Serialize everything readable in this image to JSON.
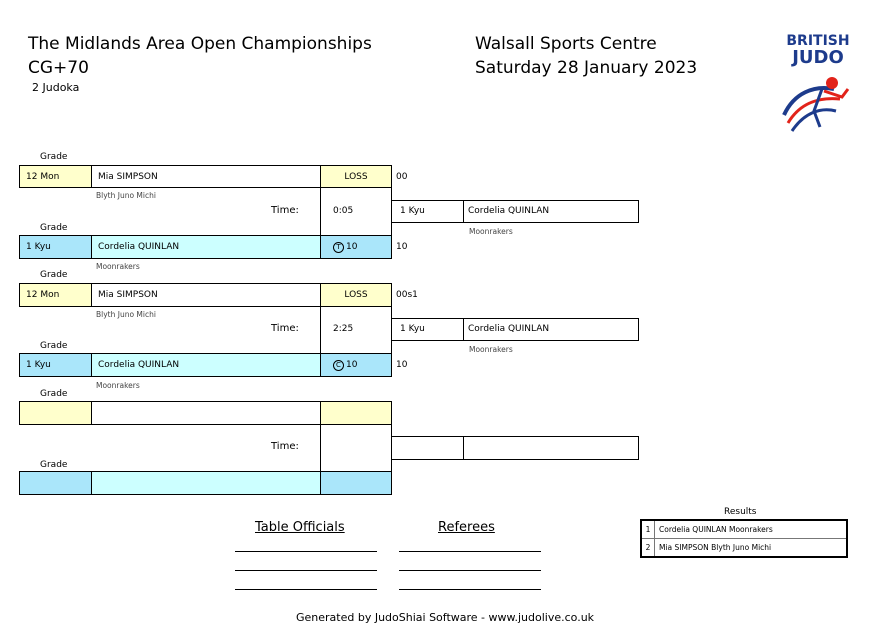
{
  "header": {
    "title": "The Midlands Area Open Championships",
    "category": "CG+70",
    "count": "2 Judoka",
    "venue": "Walsall Sports Centre",
    "date": "Saturday 28 January 2023",
    "logo_line1": "BRITISH",
    "logo_line2": "JUDO"
  },
  "labels": {
    "grade": "Grade",
    "time": "Time:"
  },
  "matches": [
    {
      "top": {
        "grade": "12 Mon",
        "name": "Mia SIMPSON",
        "club": "Blyth Juno Michi",
        "result": "LOSS",
        "score": "00"
      },
      "time": "0:05",
      "bottom": {
        "grade": "1 Kyu",
        "name": "Cordelia QUINLAN",
        "club": "Moonrakers",
        "result": "10",
        "mark": "T",
        "score": "10"
      },
      "winner": {
        "grade": "1 Kyu",
        "name": "Cordelia QUINLAN",
        "club": "Moonrakers"
      }
    },
    {
      "top": {
        "grade": "12 Mon",
        "name": "Mia SIMPSON",
        "club": "Blyth Juno Michi",
        "result": "LOSS",
        "score": "00s1"
      },
      "time": "2:25",
      "bottom": {
        "grade": "1 Kyu",
        "name": "Cordelia QUINLAN",
        "club": "Moonrakers",
        "result": "10",
        "mark": "C",
        "score": "10"
      },
      "winner": {
        "grade": "1 Kyu",
        "name": "Cordelia QUINLAN",
        "club": "Moonrakers"
      }
    },
    {
      "top": {
        "grade": "",
        "name": "",
        "club": "",
        "result": "",
        "score": ""
      },
      "time": "",
      "bottom": {
        "grade": "",
        "name": "",
        "club": "",
        "result": "",
        "mark": "",
        "score": ""
      },
      "winner": {
        "grade": "",
        "name": "",
        "club": ""
      }
    }
  ],
  "results": {
    "title": "Results",
    "rows": [
      {
        "rank": "1",
        "text": "Cordelia QUINLAN Moonrakers"
      },
      {
        "rank": "2",
        "text": "Mia SIMPSON Blyth Juno Michi"
      }
    ]
  },
  "officials": {
    "table_label": "Table Officials",
    "referees_label": "Referees"
  },
  "footer": "Generated by JudoShiai Software - www.judolive.co.uk",
  "colors": {
    "blue_cell": "#aae6fa",
    "cyan_cell": "#ccffff",
    "yellow_cell": "#ffffcc",
    "logo_blue": "#1d3b8c",
    "logo_red": "#e2231a"
  }
}
